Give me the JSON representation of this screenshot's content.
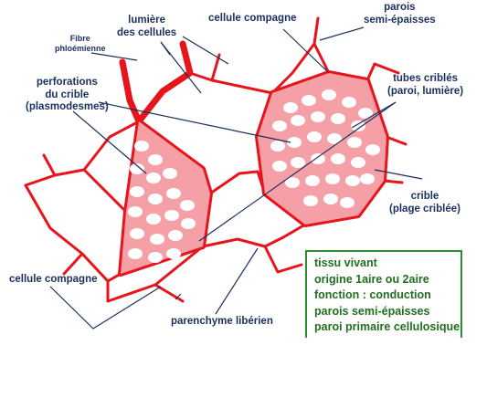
{
  "colors": {
    "wall": "#e8141c",
    "plate_fill": "#f4a0a6",
    "pore": "#ffffff",
    "pointer": "#1a2f5e",
    "box_border": "#2e8b2e",
    "box_text": "#1f6f1f"
  },
  "labels": {
    "fibre": [
      "Fibre",
      "phloémienne"
    ],
    "lumiere": [
      "lumière",
      "des cellules"
    ],
    "cellule_compagne_top": "cellule compagne",
    "parois": [
      "parois",
      "semi-épaisses"
    ],
    "perforations": [
      "perforations",
      "du crible",
      "(plasmodesmes)"
    ],
    "tubes": [
      "tubes criblés",
      "(paroi, lumière)"
    ],
    "crible": [
      "crible",
      "(plage criblée)"
    ],
    "cellule_compagne_bottom": "cellule compagne",
    "parenchyme": "parenchyme libérien"
  },
  "infobox": {
    "lines": [
      "tissu vivant",
      "origine 1aire ou 2aire",
      "fonction : conduction",
      "parois semi-épaisses",
      "paroi primaire cellulosique"
    ]
  }
}
